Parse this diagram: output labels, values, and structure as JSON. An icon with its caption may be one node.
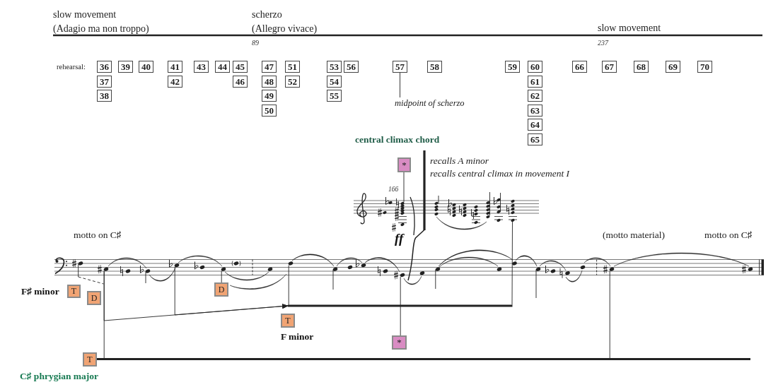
{
  "diagram": {
    "nodes": [
      {
        "text": [
          "36"
        ]
      },
      {
        "text": [
          "37"
        ]
      },
      {
        "text": [
          "38"
        ]
      },
      {
        "text": [
          "39"
        ]
      },
      {
        "text": [
          "40"
        ]
      },
      {
        "text": [
          "41"
        ]
      },
      {
        "text": [
          "42"
        ]
      },
      {
        "text": [
          "43"
        ]
      },
      {
        "text": [
          "44"
        ]
      },
      {
        "text": [
          "45"
        ]
      },
      {
        "text": [
          "46"
        ]
      },
      {
        "text": [
          "47"
        ]
      },
      {
        "text": [
          "48"
        ]
      },
      {
        "text": [
          "49"
        ]
      },
      {
        "text": [
          "50"
        ]
      },
      {
        "text": [
          "51"
        ]
      },
      {
        "text": [
          "52"
        ]
      },
      {
        "text": [
          "53"
        ]
      },
      {
        "text": [
          "54"
        ]
      },
      {
        "text": [
          "55"
        ]
      },
      {
        "text": [
          "56"
        ]
      },
      {
        "text": [
          "57"
        ]
      },
      {
        "text": [
          "58"
        ]
      },
      {
        "text": [
          "59"
        ]
      },
      {
        "text": [
          "60"
        ]
      },
      {
        "text": [
          "61"
        ]
      },
      {
        "text": [
          "62"
        ]
      },
      {
        "text": [
          "63"
        ]
      },
      {
        "text": [
          "64"
        ]
      },
      {
        "text": [
          "65"
        ]
      },
      {
        "text": [
          "66"
        ]
      },
      {
        "text": [
          "67"
        ]
      },
      {
        "text": [
          "68"
        ]
      },
      {
        "text": [
          "69"
        ]
      },
      {
        "text": [
          "70"
        ]
      },
      {
        "text": [
          "midpoint of scherzo"
        ]
      },
      {
        "text": [
          "*"
        ]
      },
      {
        "text": [
          "T"
        ],
        "beside": [
          "F♯ minor"
        ]
      },
      {
        "text": [
          "D"
        ]
      },
      {
        "text": [
          "D"
        ]
      },
      {
        "text": [
          "T"
        ],
        "beside": [
          "F minor"
        ]
      },
      {
        "text": [
          "*"
        ]
      },
      {
        "text": [
          "T"
        ],
        "beside": [
          "C♯ phrygian major"
        ]
      },
      {
        "text": [],
        "shape": "picture"
      },
      {
        "text": [],
        "shape": "picture"
      },
      {
        "text": [],
        "shape": "circle"
      },
      {
        "text": [],
        "shape": "circle"
      },
      {
        "text": [],
        "shape": "circle"
      },
      {
        "text": [],
        "shape": "circle"
      },
      {
        "text": [],
        "shape": "circle"
      },
      {
        "text": [],
        "shape": "circle"
      },
      {
        "text": [],
        "shape": "bar"
      },
      {
        "text": [],
        "shape": "bar"
      }
    ],
    "edges": [
      {
        "from": 21,
        "to": 35,
        "arrow": "none"
      },
      {
        "from": 36,
        "to": 43,
        "arrow": "none"
      },
      {
        "from": 39,
        "to": 47,
        "arrow": "none"
      },
      {
        "from": 41,
        "to": 49,
        "arrow": "none"
      },
      {
        "from": 45,
        "to": 52,
        "arrow": "none"
      },
      {
        "from": 45,
        "to": 51,
        "arrow": "to"
      },
      {
        "from": 46,
        "to": 51,
        "arrow": "to"
      },
      {
        "from": 48,
        "to": 51,
        "arrow": "none"
      },
      {
        "from": 44,
        "to": 51,
        "arrow": "none"
      },
      {
        "from": 50,
        "to": 52,
        "arrow": "none"
      }
    ],
    "labels": [
      "slow movement",
      "(Adagio ma non troppo)",
      "scherzo",
      "(Allegro vivace)",
      "slow movement",
      "89",
      "237",
      "rehearsal:",
      "central climax chord",
      "recalls A minor",
      "recalls central climax in movement I",
      "166",
      "ff",
      "motto on C♯",
      "(motto material)",
      "motto on C♯"
    ]
  }
}
